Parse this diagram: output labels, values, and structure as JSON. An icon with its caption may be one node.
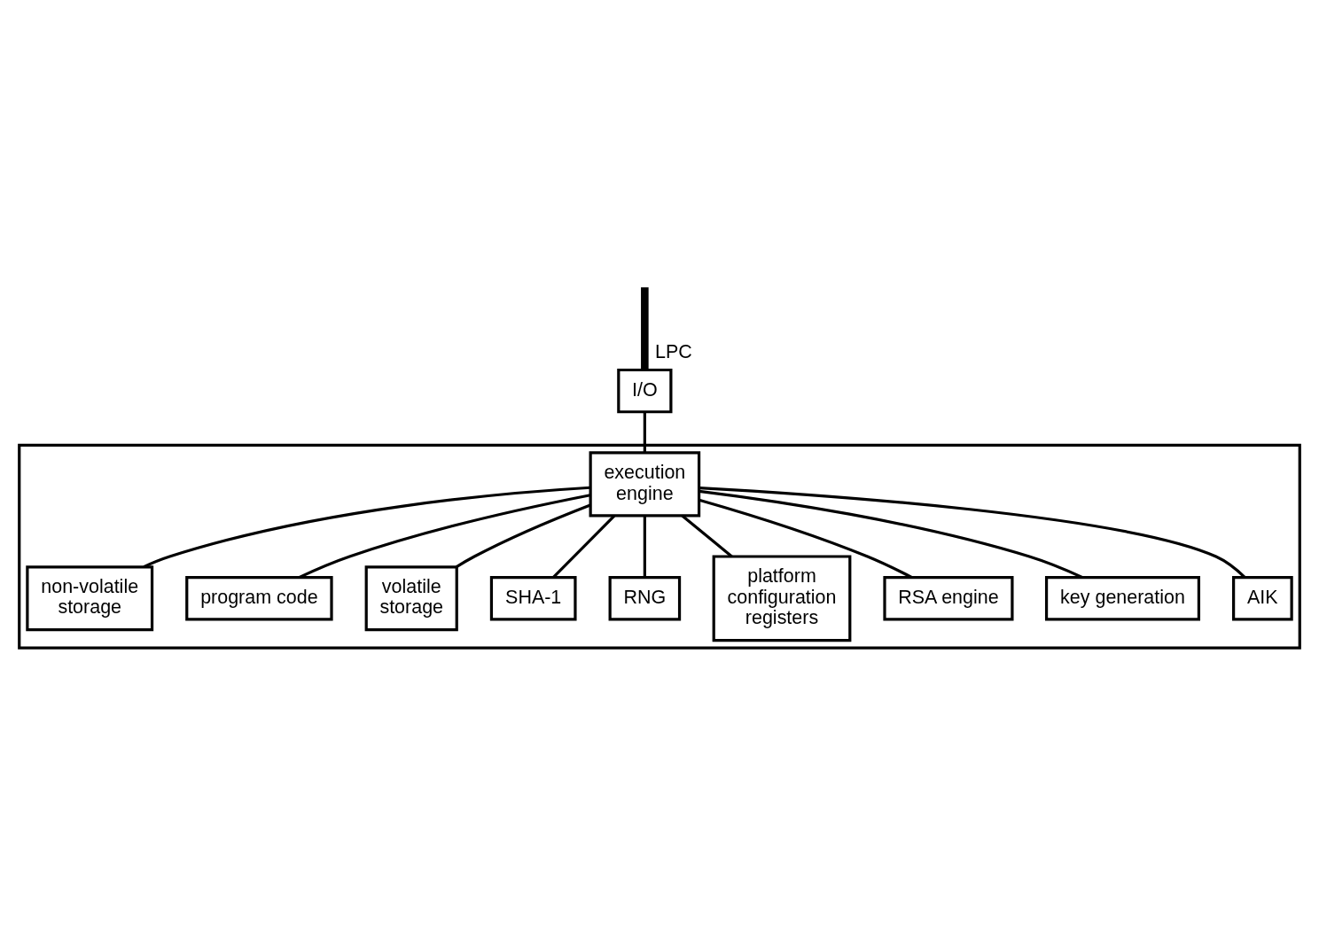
{
  "diagram": {
    "nodes": [
      {
        "text": [],
        "shape": "box"
      },
      {
        "text": [
          "I/O"
        ]
      },
      {
        "text": [
          "non-volatile storage"
        ],
        "in": 0
      },
      {
        "text": [
          "execution engine"
        ],
        "in": 0
      },
      {
        "text": [
          "program code"
        ],
        "in": 0
      },
      {
        "text": [
          "volatile storage"
        ],
        "in": 0
      },
      {
        "text": [
          "SHA-1"
        ],
        "in": 0
      },
      {
        "text": [
          "RNG"
        ],
        "in": 0
      },
      {
        "text": [
          "platform configuration registers"
        ],
        "in": 0
      },
      {
        "text": [
          "RSA engine"
        ],
        "in": 0
      },
      {
        "text": [
          "key generation"
        ],
        "in": 0
      },
      {
        "text": [
          "AIK"
        ],
        "in": 0
      }
    ],
    "edges": [
      {
        "from": null,
        "to": 1,
        "arrow": "none",
        "style": "thick",
        "label": "LPC"
      },
      {
        "from": 1,
        "to": 3,
        "arrow": "none"
      },
      {
        "from": 3,
        "to": 4,
        "arrow": "none"
      },
      {
        "from": 3,
        "to": 2,
        "arrow": "none"
      },
      {
        "from": 3,
        "to": 5,
        "arrow": "none"
      },
      {
        "from": 3,
        "to": 8,
        "arrow": "none"
      },
      {
        "from": 3,
        "to": 6,
        "arrow": "none"
      },
      {
        "from": 3,
        "to": 7,
        "arrow": "none"
      },
      {
        "from": 3,
        "to": 11,
        "arrow": "none"
      },
      {
        "from": 3,
        "to": 9,
        "arrow": "none"
      },
      {
        "from": 3,
        "to": 10,
        "arrow": "none"
      }
    ]
  }
}
